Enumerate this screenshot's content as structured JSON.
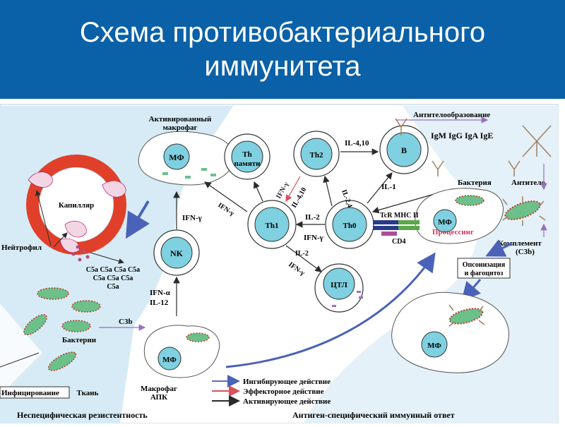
{
  "slide": {
    "title_line1": "Схема противобактериального",
    "title_line2": "иммунитета"
  },
  "labels": {
    "activated_macrophage_1": "Активированный",
    "activated_macrophage_2": "макрофаг",
    "mf": "МФ",
    "capillary": "Капилляр",
    "neutrophil": "Нейтрофил",
    "c5a_row1": "C5a C5a C5a C5a",
    "c5a_row2": "C5a C5a C5a",
    "c5a_row3": "C5a",
    "nk": "NK",
    "ifn_gamma": "IFN-γ",
    "ifn_alpha": "IFN-α",
    "il12": "IL-12",
    "c3b": "C3b",
    "bacteria_plural": "Бактерии",
    "infection": "Инфицирование",
    "tissue": "Ткань",
    "macrophage_apc_1": "Макрофаг",
    "macrophage_apc_2": "АПК",
    "th_memory_1": "Th",
    "th_memory_2": "памяти",
    "th2": "Th2",
    "th1": "Th1",
    "th0": "Th0",
    "ctl": "ЦТЛ",
    "b": "B",
    "il_4_10": "IL-4,10",
    "il_2_4": "IL-2,4",
    "il_4_10_vert": "IL-4,10",
    "il_1": "IL-1",
    "il_2": "IL-2",
    "ig_classes": "IgM IgG IgA IgE",
    "antibody_production": "Антителообразование",
    "bacterium": "Бактерия",
    "antibody": "Антитело",
    "tcr_mhc": "TcR MHC II",
    "cd4": "CD4",
    "processing": "Процессинг",
    "complement_1": "Комплемент",
    "complement_2": "(C3b)",
    "opsonization_1": "Опсонизация",
    "opsonization_2": "и фагоцитоз",
    "nonspecific": "Неспецифическая резистентность",
    "specific": "Антиген-специфический иммунный ответ"
  },
  "legend": [
    {
      "label": "Ингибирующее действие",
      "color": "#5a6fc0"
    },
    {
      "label": "Эффекторное действие",
      "color": "#d9505a"
    },
    {
      "label": "Активирующее действие",
      "color": "#2b2b2b"
    }
  ],
  "colors": {
    "header": "#0a61a8",
    "cell_fill": "#7fd0e0",
    "capillary": "#e0402a",
    "bacteria": "#6cc08a",
    "background_tissue": "#cfe6f2"
  }
}
